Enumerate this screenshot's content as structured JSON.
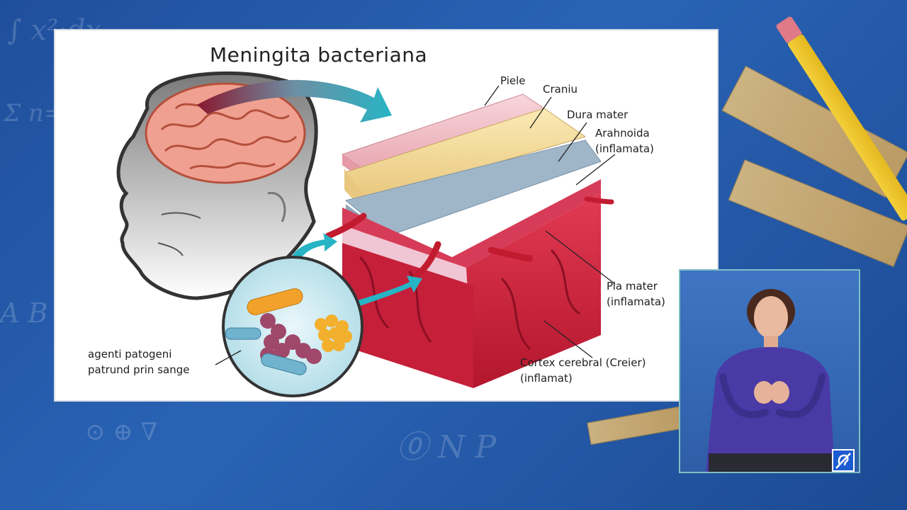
{
  "slide": {
    "title": "Meningita bacteriana",
    "labels": {
      "piele": "Piele",
      "craniu": "Craniu",
      "dura_mater": "Dura mater",
      "arahnoida_1": "Arahnoida",
      "arahnoida_2": "(inflamata)",
      "pia_mater_1": "Pia mater",
      "pia_mater_2": "(inflamata)",
      "cortex_1": "Cortex cerebral (Creier)",
      "cortex_2": "(inflamat)",
      "agenti_1": "agenti patogeni",
      "agenti_2": "patrund prin sange"
    }
  },
  "icons": {
    "accessibility": "hearing-impaired-icon"
  },
  "colors": {
    "background": "#2a63b5",
    "frame_border": "#7fbfc4",
    "access_icon": "#1d5bd1"
  }
}
